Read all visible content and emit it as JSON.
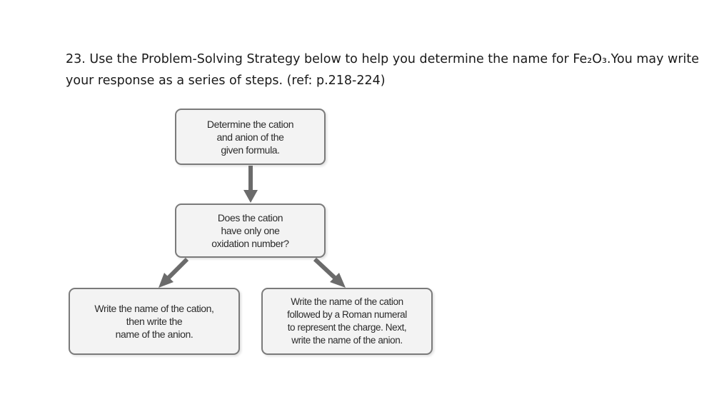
{
  "question": {
    "line1": "23. Use the Problem-Solving Strategy below to help you determine the name for Fe₂O₃.You may write",
    "line2": "your response as a series of steps. (ref: p.218-224)"
  },
  "flowchart": {
    "step1": {
      "lines": [
        "Determine the cation",
        "and anion of the",
        "given formula."
      ]
    },
    "step2": {
      "lines": [
        "Does the cation",
        "have only one",
        "oxidation number?"
      ]
    },
    "branch_left": {
      "lines": [
        "Write the name of the cation,",
        "then write the",
        "name of the anion."
      ]
    },
    "branch_right": {
      "lines": [
        "Write the name of the cation",
        "followed by a Roman numeral",
        "to represent the charge. Next,",
        "write the name of the anion."
      ]
    }
  },
  "colors": {
    "box_border": "#7a7a7a",
    "box_fill": "#f3f3f3",
    "arrow": "#6b6b6b"
  }
}
